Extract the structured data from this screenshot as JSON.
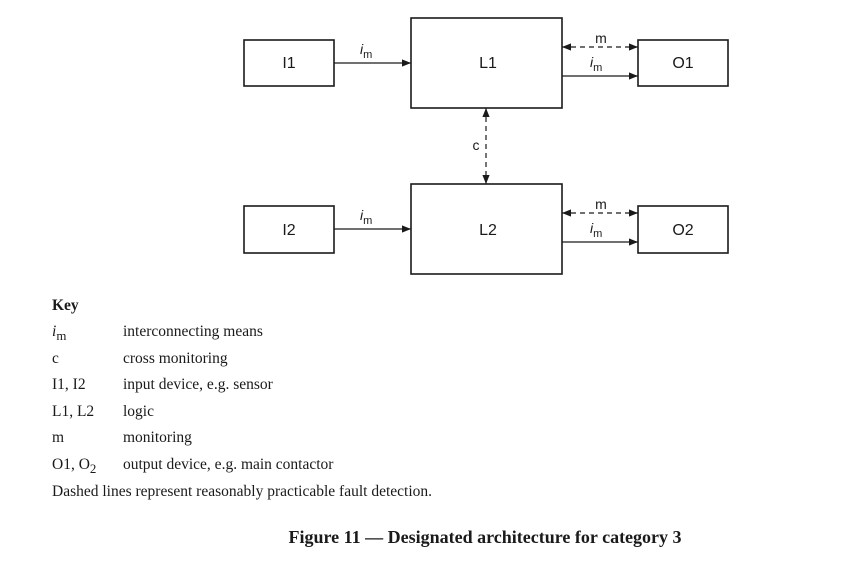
{
  "diagram": {
    "boxes": {
      "i1": "I1",
      "l1": "L1",
      "o1": "O1",
      "i2": "I2",
      "l2": "L2",
      "o2": "O2"
    },
    "labels": {
      "im_base": "i",
      "im_sub": "m",
      "m": "m",
      "c": "c"
    }
  },
  "key": {
    "title": "Key",
    "items": [
      {
        "term": "i",
        "term_sub": "m",
        "definition": "interconnecting means"
      },
      {
        "term": "c",
        "definition": "cross monitoring"
      },
      {
        "term": "I1, I2",
        "definition": "input device, e.g. sensor"
      },
      {
        "term": "L1, L2",
        "definition": "logic"
      },
      {
        "term": "m",
        "definition": "monitoring"
      },
      {
        "term": "O1, O",
        "term_sub": "2",
        "definition": "output device, e.g. main contactor"
      }
    ],
    "note": "Dashed lines represent reasonably practicable fault detection."
  },
  "caption": "Figure 11 — Designated architecture for category 3"
}
